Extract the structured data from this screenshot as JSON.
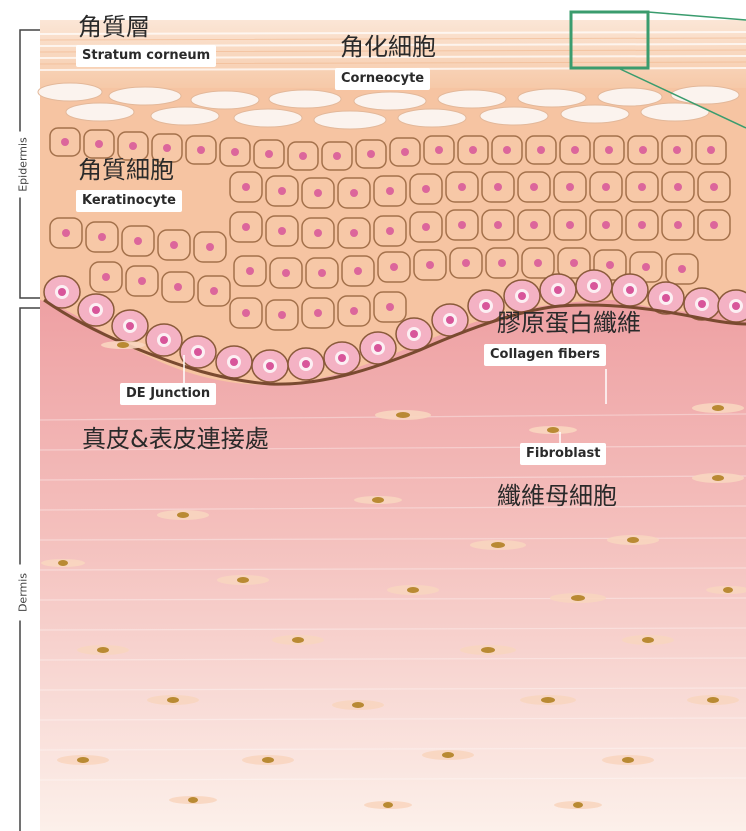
{
  "labels": {
    "stratum_cn": "角質層",
    "stratum_en": "Stratum corneum",
    "corneocyte_cn": "角化細胞",
    "corneocyte_en": "Corneocyte",
    "keratinocyte_cn": "角質細胞",
    "keratinocyte_en": "Keratinocyte",
    "collagen_cn": "膠原蛋白纖維",
    "collagen_en": "Collagen fibers",
    "dej_en": "DE Junction",
    "dej_cn": "真皮&表皮連接處",
    "fibroblast_en": "Fibroblast",
    "fibroblast_cn": "纖維母細胞"
  },
  "side_labels": {
    "epidermis": "Epidermis",
    "dermis": "Dermis"
  },
  "colors": {
    "dermis_top": "#eea6a4",
    "dermis_bottom": "#fbeee8",
    "cell_fill": "#f8c9a6",
    "cell_border": "#9a6a45",
    "nucleus": "#d8569a",
    "basal_cell": "#f4b2c4",
    "highlight_box": "#3a9c6e",
    "fibroblast_nucleus": "#b98a33"
  }
}
